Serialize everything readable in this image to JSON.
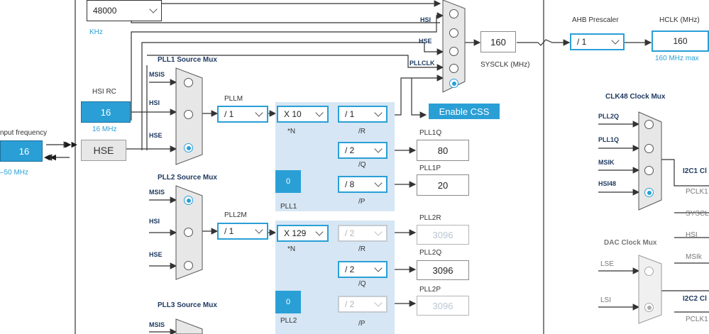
{
  "top_select_value": "48000",
  "khz_unit": "KHz",
  "input_frequency": {
    "label": "nput frequency",
    "value": "16",
    "range": "–50 MHz"
  },
  "hse_button": "HSE",
  "hsi_rc": {
    "label": "HSI RC",
    "value": "16",
    "unit": "16 MHz"
  },
  "pll1": {
    "source_mux_label": "PLL1 Source Mux",
    "mux_inputs": [
      "MSIS",
      "HSI",
      "HSE"
    ],
    "pllm_label": "PLLM",
    "pllm_value": "/ 1",
    "n_value": "X 10",
    "n_label": "*N",
    "r_value": "/ 1",
    "r_label": "/R",
    "q_value": "/ 2",
    "q_label": "/Q",
    "p_value": "/ 8",
    "p_label": "/P",
    "frac_value": "0",
    "name": "PLL1",
    "q_out_label": "PLL1Q",
    "q_out_value": "80",
    "p_out_label": "PLL1P",
    "p_out_value": "20"
  },
  "pll2": {
    "source_mux_label": "PLL2 Source Mux",
    "mux_inputs": [
      "MSIS",
      "HSI",
      "HSE"
    ],
    "m_label": "PLL2M",
    "m_value": "/ 1",
    "n_value": "X 129",
    "n_label": "*N",
    "r_value": "/ 2",
    "r_label": "/R",
    "q_value": "/ 2",
    "q_label": "/Q",
    "p_value": "/ 2",
    "p_label": "/P",
    "frac_value": "0",
    "name": "PLL2",
    "r_out_label": "PLL2R",
    "r_out_value": "3096",
    "q_out_label": "PLL2Q",
    "q_out_value": "3096",
    "p_out_label": "PLL2P",
    "p_out_value": "3096"
  },
  "pll3": {
    "source_mux_label": "PLL3 Source Mux",
    "first_input": "MSIS"
  },
  "sysclk_mux": {
    "inputs": [
      "HSI",
      "HSE",
      "PLLCLK"
    ]
  },
  "sysclk": {
    "value": "160",
    "label": "SYSCLK (MHz)"
  },
  "enable_css": "Enable CSS",
  "ahb": {
    "label": "AHB Prescaler",
    "value": "/ 1"
  },
  "hclk": {
    "label": "HCLK (MHz)",
    "value": "160",
    "max": "160 MHz max"
  },
  "clk48": {
    "label": "CLK48 Clock Mux",
    "inputs": [
      "PLL2Q",
      "PLL1Q",
      "MSIK",
      "HSI48"
    ]
  },
  "dac": {
    "label": "DAC Clock Mux",
    "inputs": [
      "LSE",
      "LSI"
    ]
  },
  "i2c1": {
    "label": "I2C1 Cl",
    "options": [
      "PCLK1",
      "SYSCL",
      "HSI",
      "MSIk"
    ]
  },
  "i2c2": {
    "label": "I2C2 Cl",
    "options": [
      "PCLK1"
    ]
  },
  "colors": {
    "accent": "#2a9fd6",
    "panel": "#d6e6f4",
    "wire": "#333333"
  }
}
